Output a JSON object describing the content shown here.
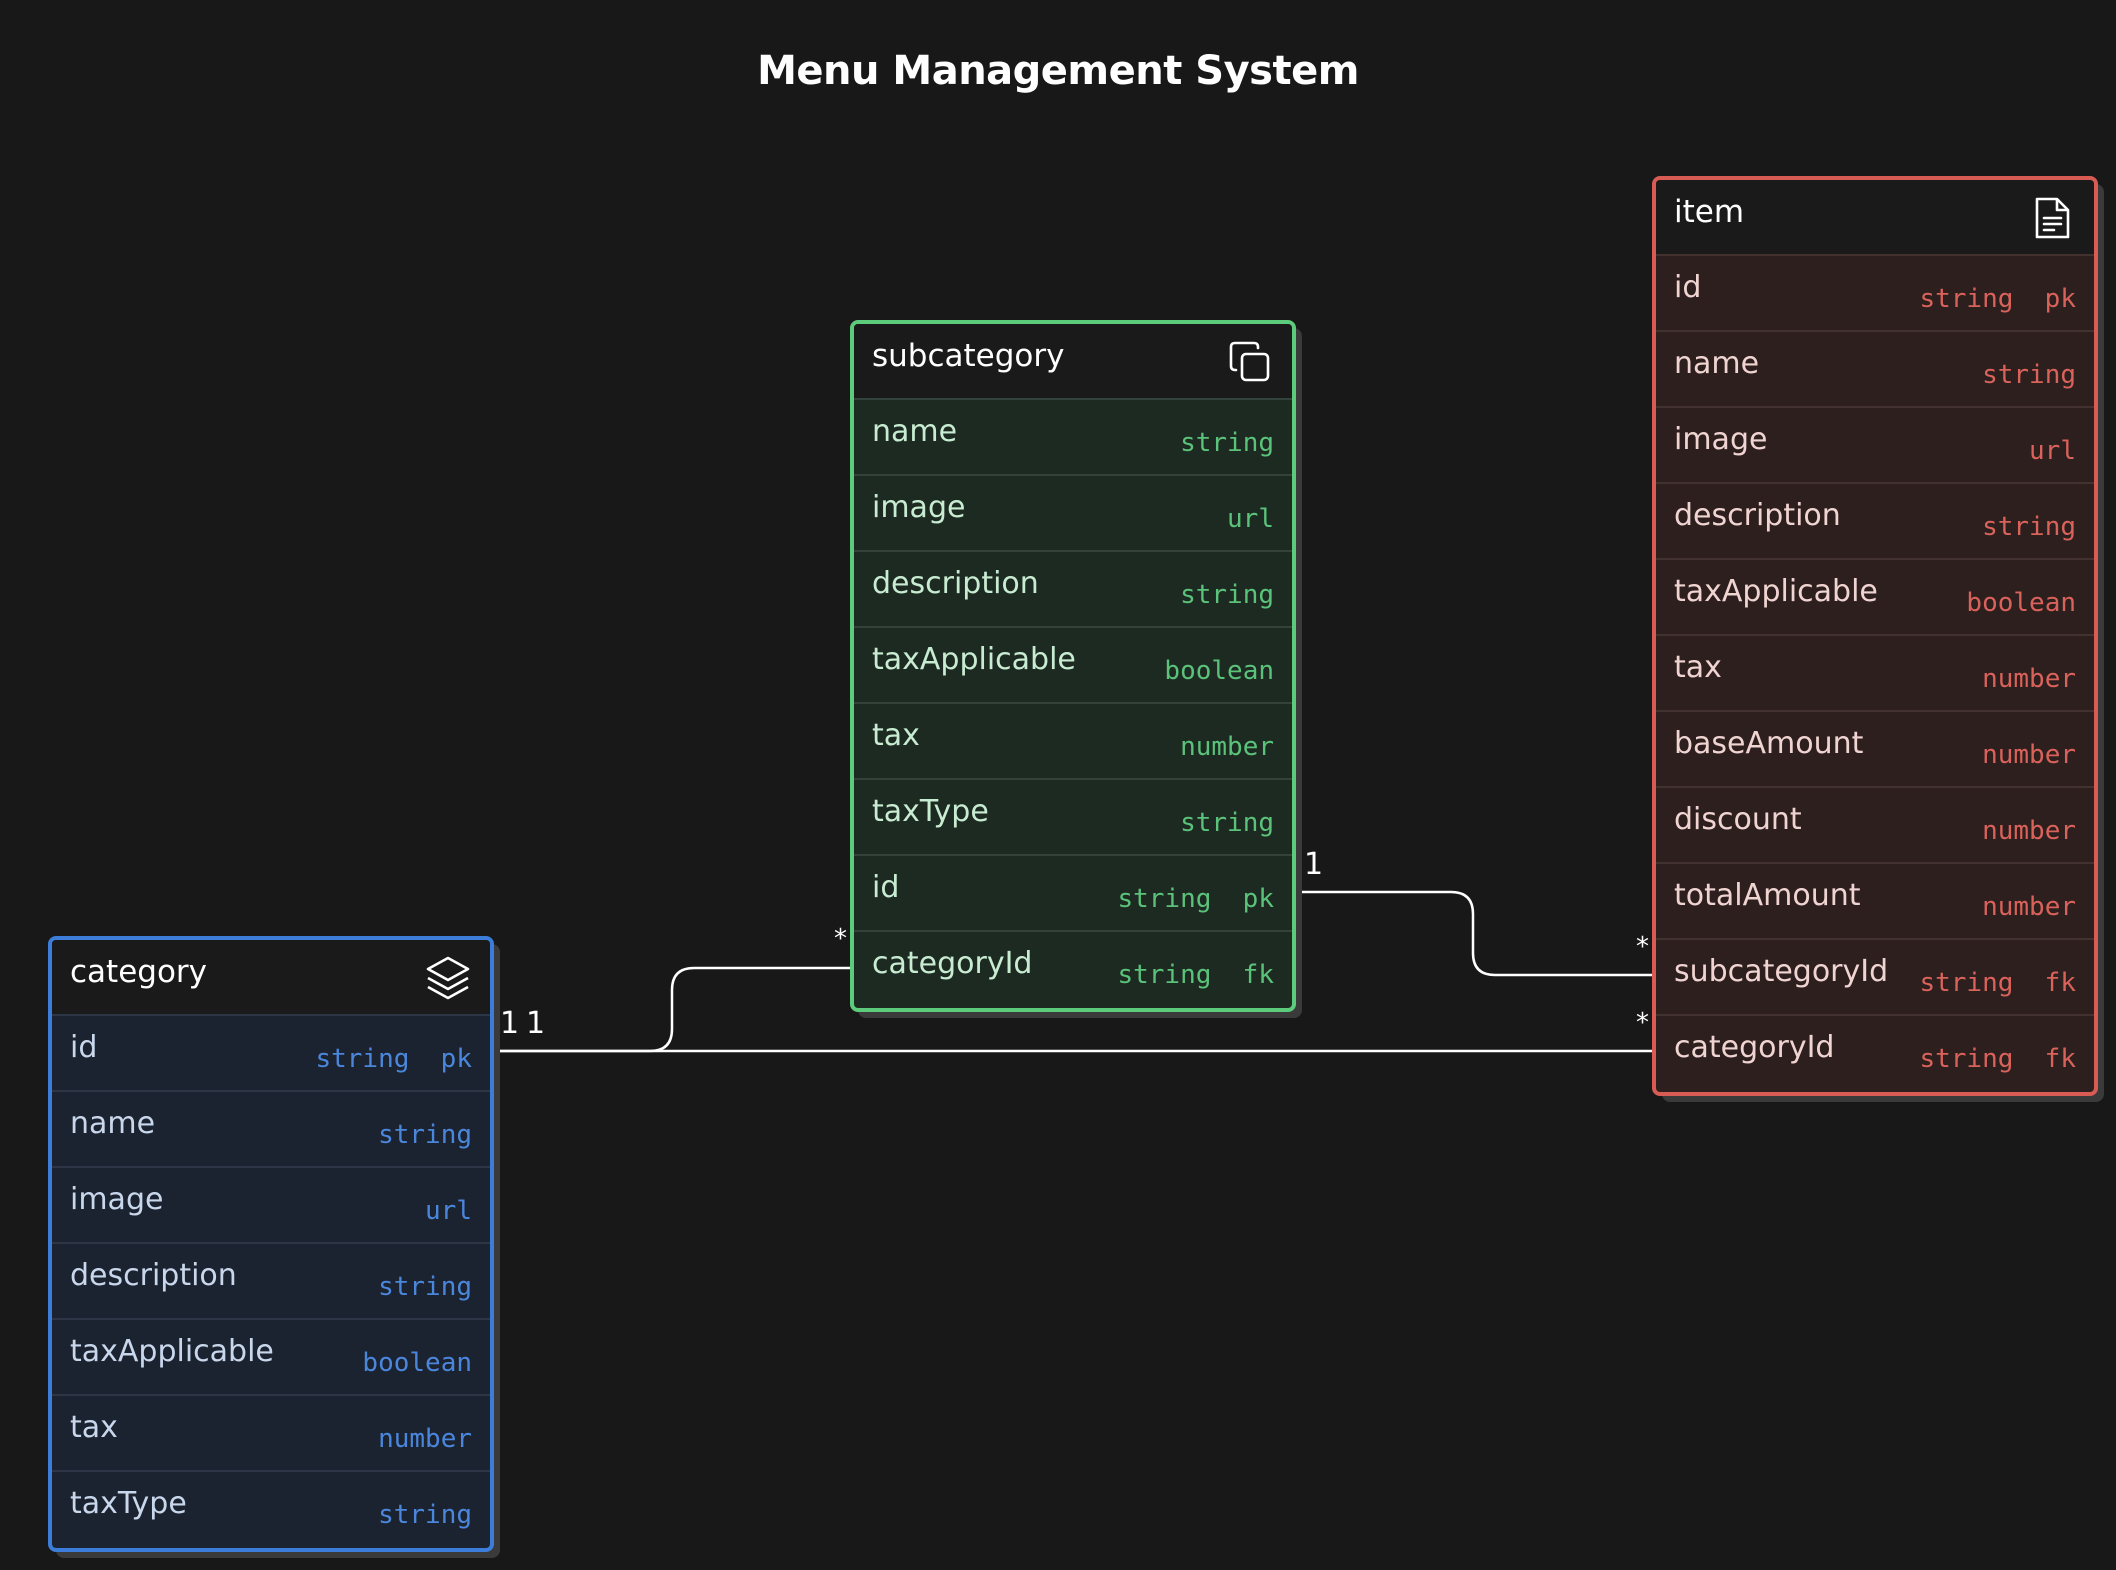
{
  "title": "Menu Management System",
  "colors": {
    "category": "#3b7dd8",
    "subcategory": "#5ccb7b",
    "item": "#d85c54",
    "background": "#181818",
    "edge": "#ffffff"
  },
  "entities": {
    "category": {
      "name": "category",
      "icon": "layers-icon",
      "fields": [
        {
          "name": "id",
          "type": "string  pk"
        },
        {
          "name": "name",
          "type": "string"
        },
        {
          "name": "image",
          "type": "url"
        },
        {
          "name": "description",
          "type": "string"
        },
        {
          "name": "taxApplicable",
          "type": "boolean"
        },
        {
          "name": "tax",
          "type": "number"
        },
        {
          "name": "taxType",
          "type": "string"
        }
      ]
    },
    "subcategory": {
      "name": "subcategory",
      "icon": "copy-icon",
      "fields": [
        {
          "name": "name",
          "type": "string"
        },
        {
          "name": "image",
          "type": "url"
        },
        {
          "name": "description",
          "type": "string"
        },
        {
          "name": "taxApplicable",
          "type": "boolean"
        },
        {
          "name": "tax",
          "type": "number"
        },
        {
          "name": "taxType",
          "type": "string"
        },
        {
          "name": "id",
          "type": "string  pk"
        },
        {
          "name": "categoryId",
          "type": "string  fk"
        }
      ]
    },
    "item": {
      "name": "item",
      "icon": "document-icon",
      "fields": [
        {
          "name": "id",
          "type": "string  pk"
        },
        {
          "name": "name",
          "type": "string"
        },
        {
          "name": "image",
          "type": "url"
        },
        {
          "name": "description",
          "type": "string"
        },
        {
          "name": "taxApplicable",
          "type": "boolean"
        },
        {
          "name": "tax",
          "type": "number"
        },
        {
          "name": "baseAmount",
          "type": "number"
        },
        {
          "name": "discount",
          "type": "number"
        },
        {
          "name": "totalAmount",
          "type": "number"
        },
        {
          "name": "subcategoryId",
          "type": "string  fk"
        },
        {
          "name": "categoryId",
          "type": "string  fk"
        }
      ]
    }
  },
  "relations": {
    "category_one_a": "1",
    "category_one_b": "1",
    "subcategory_one": "1",
    "subcategory_many": "*",
    "item_sub_many": "*",
    "item_cat_many": "*"
  }
}
